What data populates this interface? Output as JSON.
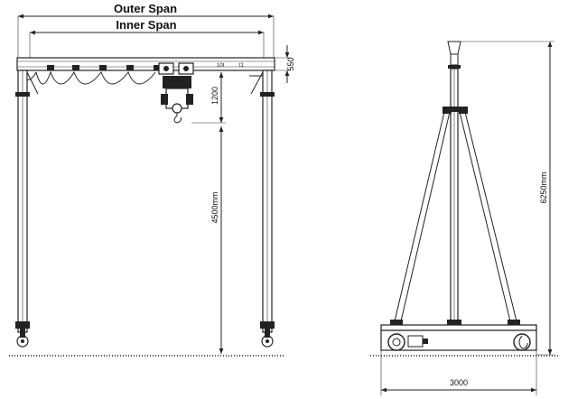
{
  "front_view": {
    "outer_span_label": "Outer Span",
    "inner_span_label": "Inner Span",
    "beam_height": "550",
    "hook_clearance": "1200",
    "lifting_height": "4500mm",
    "hoist_tag_a": "10t",
    "hoist_tag_b": "t1"
  },
  "side_view": {
    "total_height": "6250mm",
    "base_width": "3000"
  }
}
